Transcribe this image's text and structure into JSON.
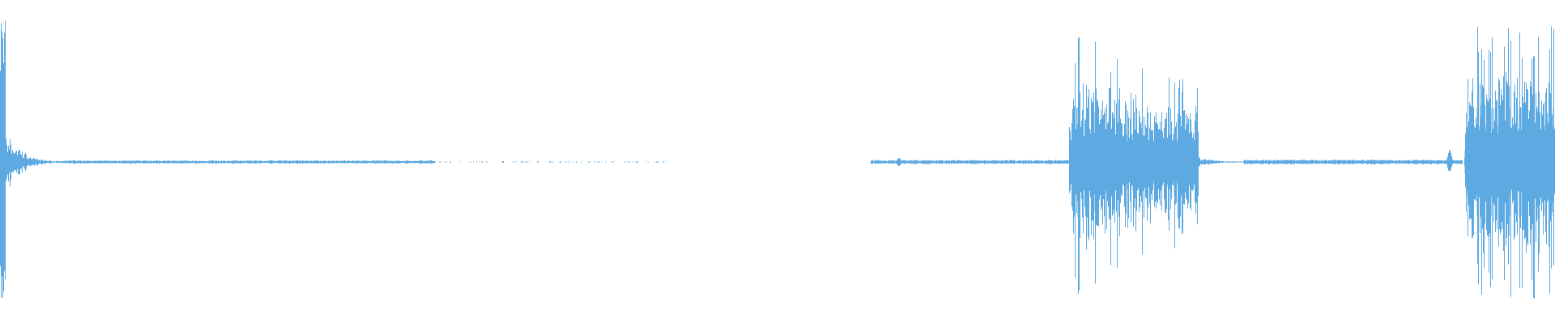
{
  "waveform": {
    "color": "#5DA9E2",
    "background": "#FFFFFF",
    "segments": [
      {
        "kind": "transient",
        "start": 0.0,
        "end": 0.003,
        "peak": 1.0
      },
      {
        "kind": "decay",
        "start": 0.003,
        "end": 0.04,
        "peak": 0.28,
        "falloff": "exponential"
      },
      {
        "kind": "noise-floor",
        "start": 0.04,
        "end": 0.43,
        "peak": 0.012
      },
      {
        "kind": "sparse-noise",
        "start": 0.28,
        "end": 0.43,
        "peak": 0.006
      },
      {
        "kind": "silence",
        "start": 0.43,
        "end": 0.56
      },
      {
        "kind": "noise-floor",
        "start": 0.56,
        "end": 0.69,
        "peak": 0.015
      },
      {
        "kind": "blip",
        "start": 0.576,
        "end": 0.58,
        "peak": 0.035
      },
      {
        "kind": "burst",
        "start": 0.688,
        "end": 0.77,
        "peak": 0.95,
        "falloff": "gradual"
      },
      {
        "kind": "decay",
        "start": 0.75,
        "end": 0.8,
        "peak": 0.18,
        "falloff": "exponential"
      },
      {
        "kind": "noise-floor",
        "start": 0.8,
        "end": 0.94,
        "peak": 0.018
      },
      {
        "kind": "blip",
        "start": 0.93,
        "end": 0.934,
        "peak": 0.09
      },
      {
        "kind": "burst",
        "start": 0.942,
        "end": 1.0,
        "peak": 0.92,
        "falloff": "sustained"
      }
    ]
  }
}
